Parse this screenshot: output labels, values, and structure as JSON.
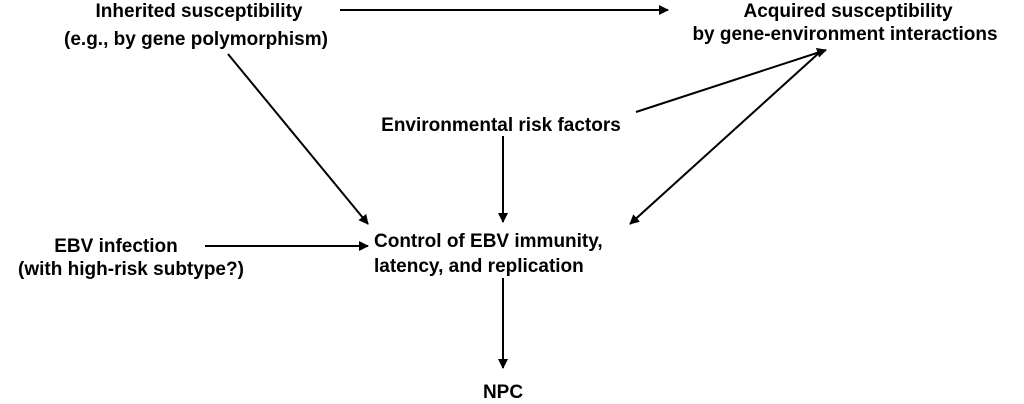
{
  "nodes": {
    "inherited": {
      "line1": "Inherited susceptibility",
      "line2": "(e.g., by gene polymorphism)"
    },
    "acquired": {
      "line1": "Acquired susceptibility",
      "line2": "by gene-environment interactions"
    },
    "environmental": {
      "line1": "Environmental risk factors"
    },
    "ebv_infection": {
      "line1": "EBV infection",
      "line2": "(with high-risk subtype?)"
    },
    "control": {
      "line1": "Control of EBV immunity,",
      "line2": "latency, and replication"
    },
    "npc": {
      "line1": "NPC"
    }
  },
  "colors": {
    "text": "#000000",
    "arrows": "#000000",
    "background": "#ffffff"
  }
}
